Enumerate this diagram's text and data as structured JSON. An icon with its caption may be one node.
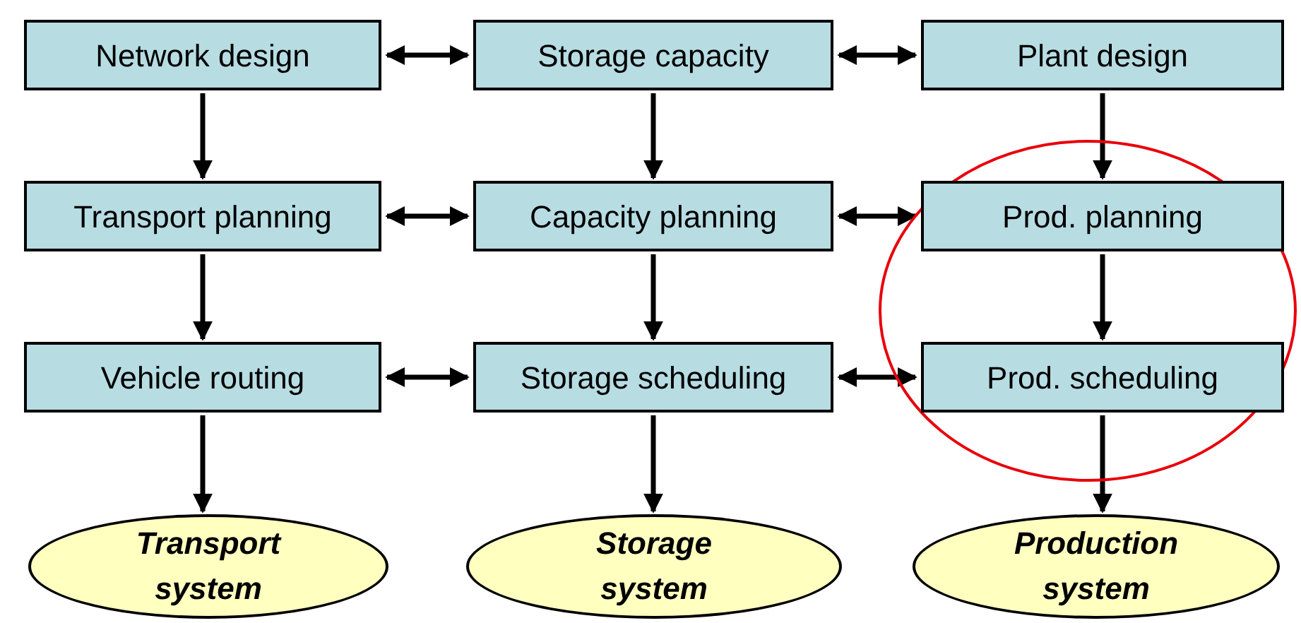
{
  "diagram": {
    "nodes": [
      {
        "text": [
          "Network design"
        ]
      },
      {
        "text": [
          "Storage capacity"
        ]
      },
      {
        "text": [
          "Plant design"
        ]
      },
      {
        "text": [
          "Transport planning"
        ]
      },
      {
        "text": [
          "Capacity planning"
        ]
      },
      {
        "text": [
          "Prod. planning"
        ]
      },
      {
        "text": [
          "Vehicle routing"
        ]
      },
      {
        "text": [
          "Storage scheduling"
        ]
      },
      {
        "text": [
          "Prod. scheduling"
        ]
      },
      {
        "text": [
          "Transport system"
        ]
      },
      {
        "text": [
          "Storage system"
        ]
      },
      {
        "text": [
          "Production system"
        ]
      }
    ],
    "edges": [
      {
        "from": 0,
        "to": 1,
        "arrow": "both"
      },
      {
        "from": 1,
        "to": 2,
        "arrow": "both"
      },
      {
        "from": 3,
        "to": 4,
        "arrow": "both"
      },
      {
        "from": 4,
        "to": 5,
        "arrow": "both"
      },
      {
        "from": 6,
        "to": 7,
        "arrow": "both"
      },
      {
        "from": 7,
        "to": 8,
        "arrow": "both"
      },
      {
        "from": 0,
        "to": 3,
        "arrow": "to"
      },
      {
        "from": 3,
        "to": 6,
        "arrow": "to"
      },
      {
        "from": 6,
        "to": 9,
        "arrow": "to"
      },
      {
        "from": 1,
        "to": 4,
        "arrow": "to"
      },
      {
        "from": 4,
        "to": 7,
        "arrow": "to"
      },
      {
        "from": 7,
        "to": 10,
        "arrow": "to"
      },
      {
        "from": 2,
        "to": 5,
        "arrow": "to"
      },
      {
        "from": 5,
        "to": 8,
        "arrow": "to"
      },
      {
        "from": 8,
        "to": 11,
        "arrow": "to"
      }
    ]
  }
}
